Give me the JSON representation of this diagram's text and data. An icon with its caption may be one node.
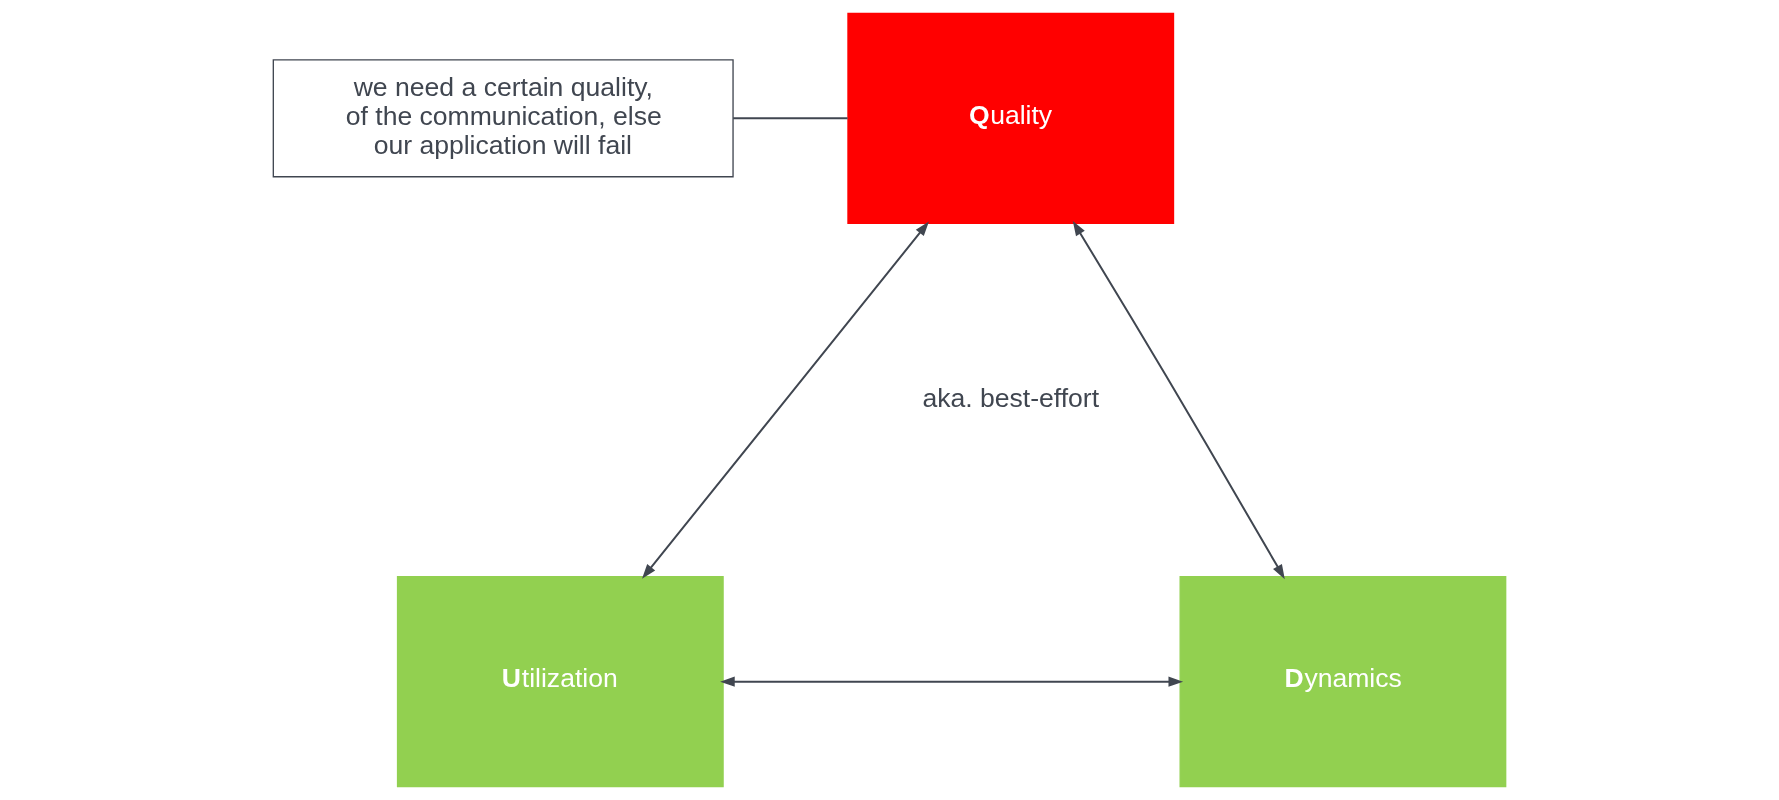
{
  "diagram": {
    "nodes": [
      {
        "text": [
          "**Q**uality"
        ]
      },
      {
        "text": [
          "**U**tilization"
        ]
      },
      {
        "text": [
          "**D**ynamics"
        ]
      },
      {
        "text": [
          "we need a certain quality, of the communication, else our application will fail"
        ]
      }
    ],
    "edges": [
      {
        "from": 0,
        "to": 1,
        "arrow": "both"
      },
      {
        "from": 0,
        "to": 2,
        "arrow": "both"
      },
      {
        "from": 1,
        "to": 2,
        "arrow": "both"
      },
      {
        "from": 3,
        "to": 0,
        "arrow": "none"
      }
    ],
    "labels": [
      "aka. best-effort"
    ]
  }
}
